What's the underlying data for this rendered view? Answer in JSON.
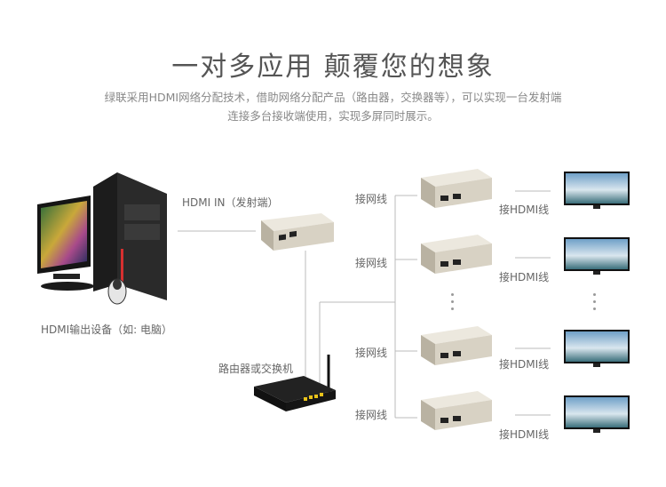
{
  "header": {
    "title": "一对多应用 颠覆您的想象",
    "description_line1": "绿联采用HDMI网络分配技术，借助网络分配产品（路由器，交换器等），可以实现一台发射端",
    "description_line2": "连接多台接收端使用，实现多屏同时展示。"
  },
  "source": {
    "label": "HDMI输出设备（如: 电脑）"
  },
  "transmitter": {
    "label": "HDMI IN（发射端）"
  },
  "router": {
    "label": "路由器或交换机"
  },
  "receivers": {
    "cable_label": "接网线",
    "hdmi_label": "接HDMI线"
  },
  "colors": {
    "wire": "#bbbbbb",
    "device_body": "#d8d2c4",
    "router_body": "#1b1b1b",
    "port_yellow": "#e8c21a"
  }
}
